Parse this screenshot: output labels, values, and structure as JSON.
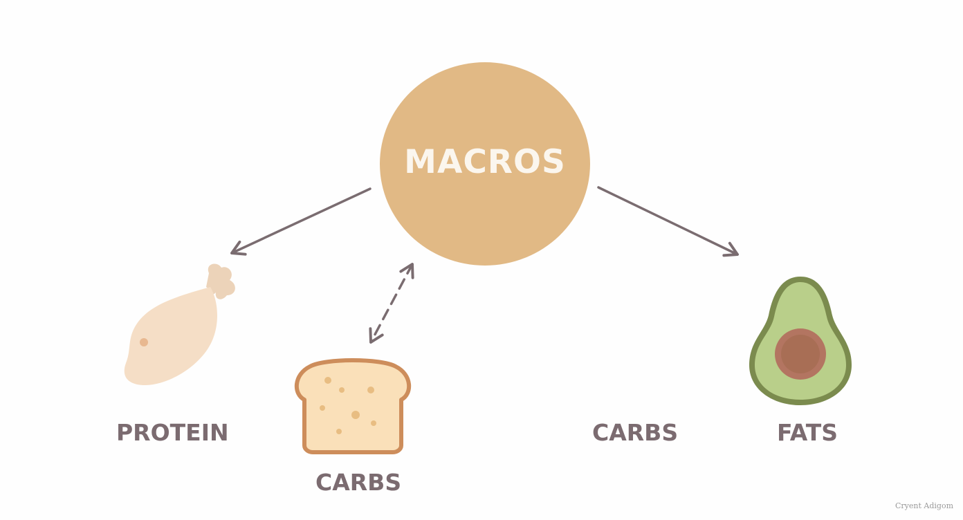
{
  "diagram": {
    "center": {
      "label": "MACROS",
      "color": "#e1b985"
    },
    "nodes": [
      {
        "id": "protein",
        "label": "PROTEIN",
        "icon": "chicken-drumstick-icon"
      },
      {
        "id": "carbs-left",
        "label": "CARBS",
        "icon": "bread-slice-icon"
      },
      {
        "id": "carbs-right",
        "label": "CARBS"
      },
      {
        "id": "fats",
        "label": "FATS",
        "icon": "avocado-icon"
      }
    ],
    "arrow_color": "#7a6c70"
  },
  "credit": "Cryent Adigom"
}
